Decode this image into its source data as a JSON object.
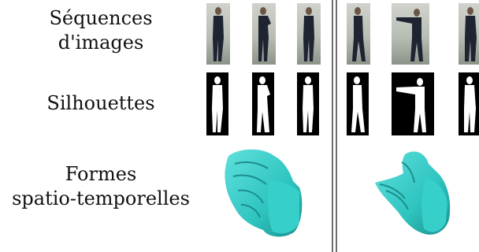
{
  "labels": {
    "sequences": [
      "Séquences",
      "d'images"
    ],
    "silhouettes": "Silhouettes",
    "formes": [
      "Formes",
      "spatio-temporelles"
    ]
  },
  "colors": {
    "shape": "#2ec4c0",
    "shape_dark": "#1b8f8c",
    "divider": "#6d6d6d",
    "silhouette_bg": "#000000",
    "silhouette_fg": "#ffffff"
  }
}
